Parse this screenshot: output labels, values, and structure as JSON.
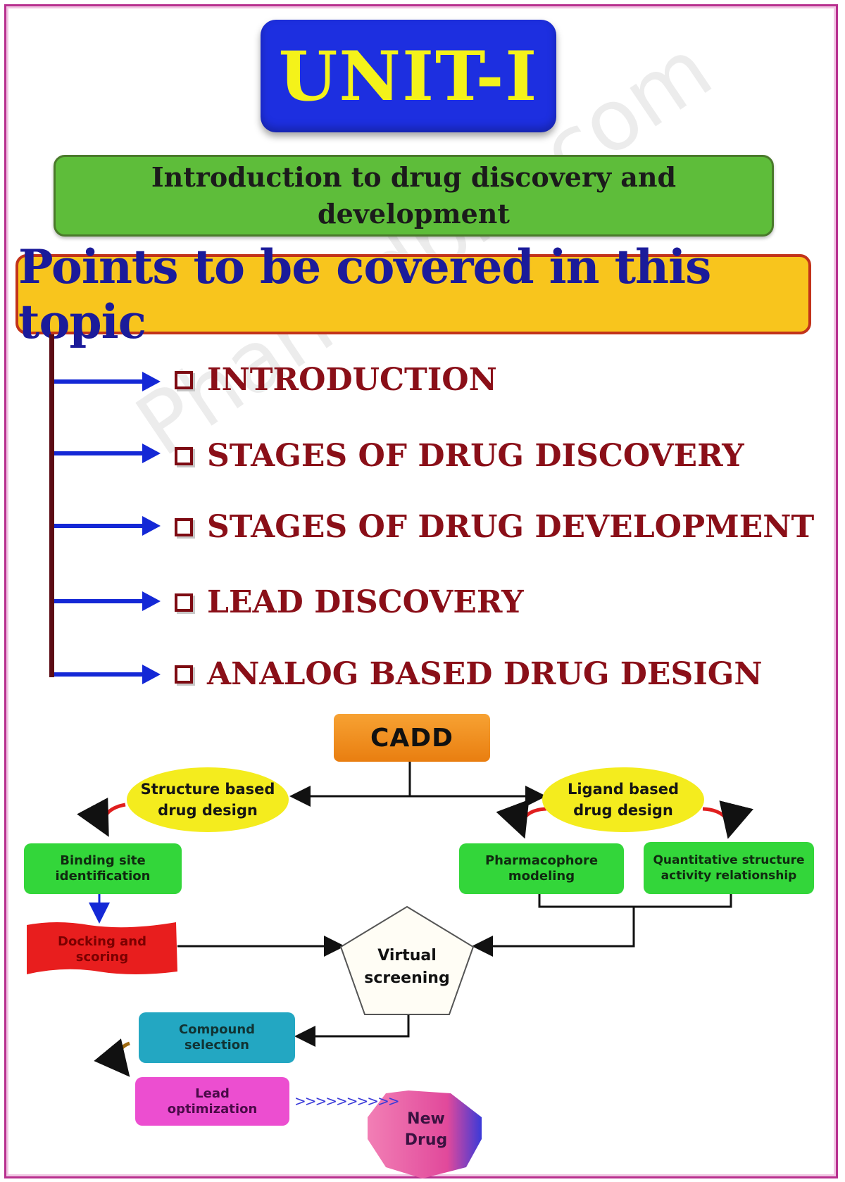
{
  "watermark": "Pharmdbm.com",
  "unit_title": "UNIT-I",
  "unit_subtitle": "Introduction to drug discovery and development",
  "points_heading": "Points to be covered in this topic",
  "points": [
    "INTRODUCTION",
    "STAGES OF DRUG DISCOVERY",
    "STAGES OF DRUG DEVELOPMENT",
    "LEAD DISCOVERY",
    "ANALOG BASED DRUG DESIGN"
  ],
  "diagram": {
    "root": "CADD",
    "structure_based": "Structure based drug design",
    "ligand_based": "Ligand based drug design",
    "binding_site": "Binding site identification",
    "docking": "Docking and scoring",
    "pharmacophore": "Pharmacophore modeling",
    "qsar": "Quantitative structure activity relationship",
    "virtual_screening": "Virtual screening",
    "compound_selection": "Compound selection",
    "lead_optimization": "Lead optimization",
    "chevrons": ">>>>>>>>>>",
    "new_drug": "New Drug"
  },
  "colors": {
    "unit_box": "#1d2fe0",
    "unit_text": "#f4f21a",
    "subtitle_box": "#5ebd3a",
    "heading_box": "#f8c51d",
    "heading_text": "#1b1b9a",
    "point_text": "#8a0f18",
    "arrow": "#1428d6",
    "frame": "#b8308f"
  }
}
